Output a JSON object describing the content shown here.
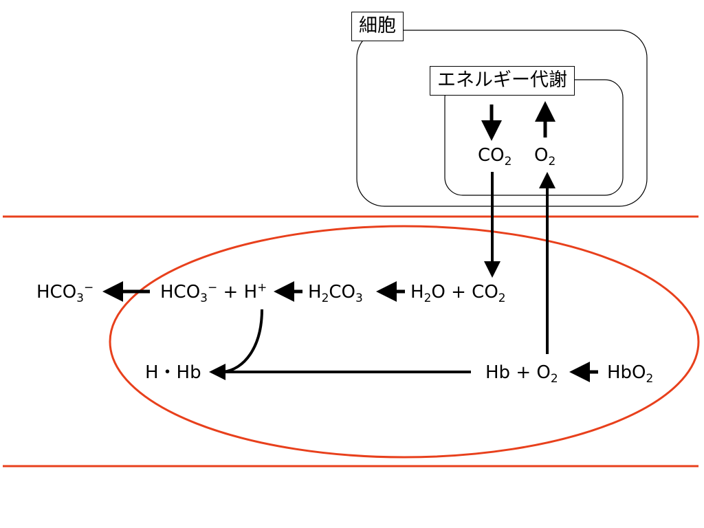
{
  "labels": {
    "cell": "細胞",
    "metabolism": "エネルギー代謝",
    "co2_top": {
      "base": "CO",
      "sub": "2"
    },
    "o2_top": {
      "base": "O",
      "sub": "2"
    },
    "hco3_out": {
      "base": "HCO",
      "sub": "3",
      "sup": "−"
    },
    "hco3_h": {
      "a": "HCO",
      "a_sub": "3",
      "a_sup": "−",
      "mid": " + H",
      "b_sup": "+"
    },
    "h2co3": {
      "a": "H",
      "a_sub": "2",
      "b": "CO",
      "b_sub": "3"
    },
    "h2o_co2": {
      "a": "H",
      "a_sub": "2",
      "b": "O + CO",
      "b_sub": "2"
    },
    "h_hb": "H・Hb",
    "hb_o2": {
      "base": "Hb + O",
      "sub": "2"
    },
    "hbo2": {
      "base": "HbO",
      "sub": "2"
    }
  },
  "colors": {
    "vessel": "#E8401C",
    "ink": "#000000"
  }
}
